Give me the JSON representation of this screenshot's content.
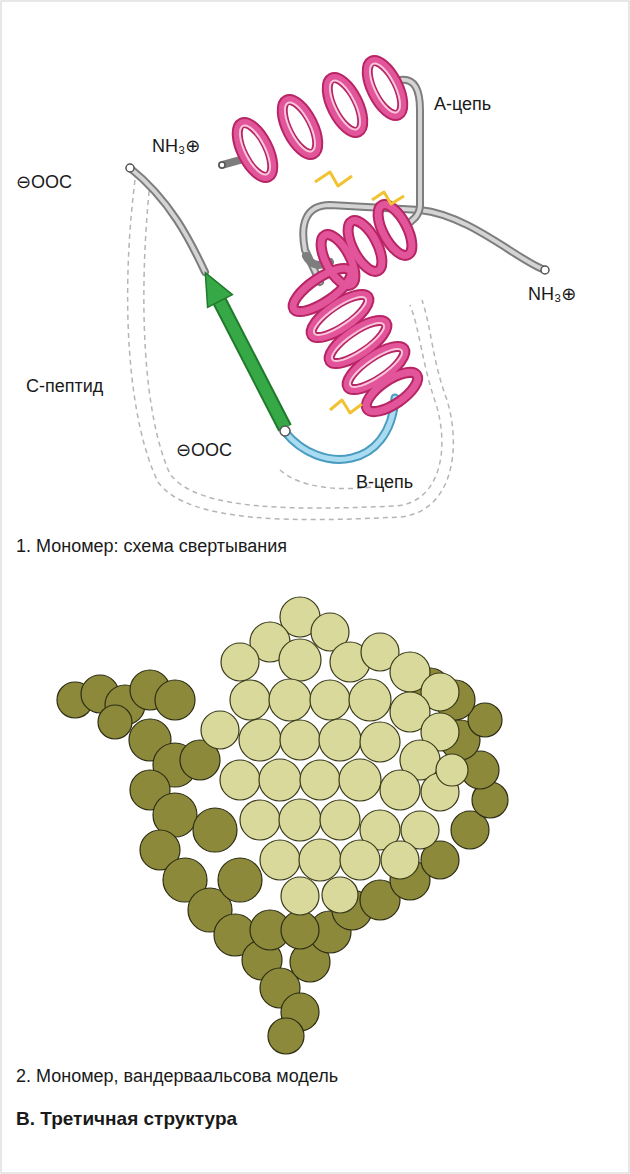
{
  "diagram": {
    "title": "В. Третичная структура",
    "labels": [
      "А-цепь",
      "NH₃⊕",
      "⊖OOC",
      "NH₃⊕",
      "С-пептид",
      "⊖OOC",
      "В-цепь",
      "1. Мономер: схема свертывания",
      "2. Мономер, вандерваальсова модель"
    ]
  }
}
